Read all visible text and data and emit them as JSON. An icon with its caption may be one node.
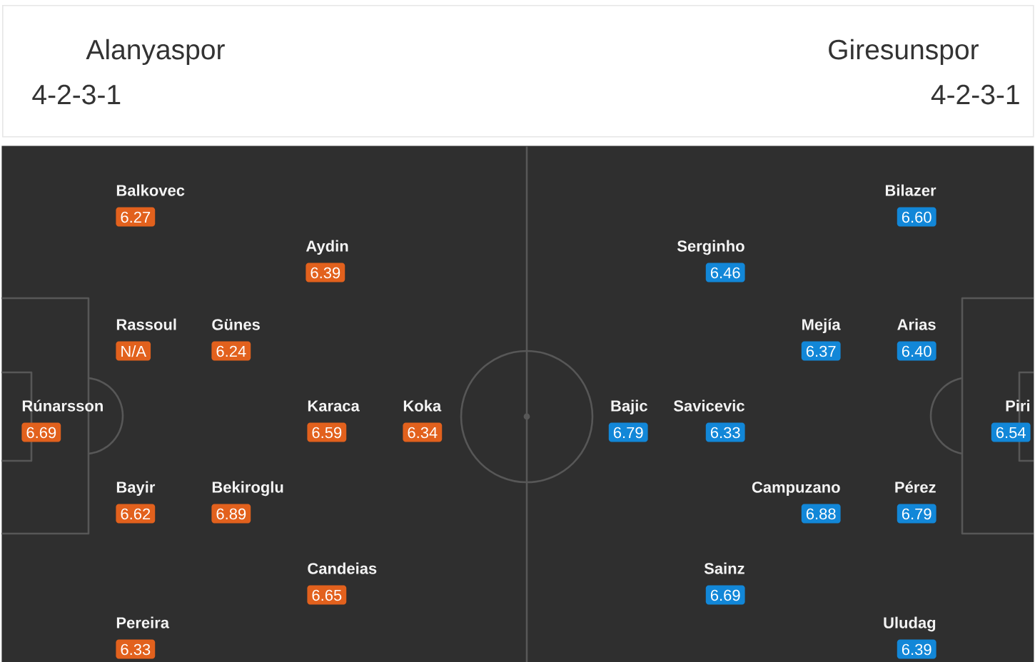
{
  "diagram": {
    "nodes": [
      {
        "text": [
          "Alanyaspor",
          "4-2-3-1",
          "Giresunspor",
          "4-2-3-1"
        ]
      },
      {
        "text": [],
        "shape": "box"
      },
      {
        "text": [
          "Balkovec",
          "6.27"
        ],
        "in": 1
      },
      {
        "text": [
          "Bilazer",
          "6.60"
        ],
        "in": 1
      },
      {
        "text": [
          "Aydin",
          "6.39"
        ],
        "in": 1
      },
      {
        "text": [
          "Serginho",
          "6.46"
        ],
        "in": 1
      },
      {
        "text": [
          "Rassoul",
          "N/A"
        ],
        "in": 1
      },
      {
        "text": [
          "Günes",
          "6.24"
        ],
        "in": 1
      },
      {
        "text": [
          "Mejía",
          "6.37"
        ],
        "in": 1
      },
      {
        "text": [
          "Arias",
          "6.40"
        ],
        "in": 1
      },
      {
        "text": [
          "Rúnarsson",
          "6.69"
        ],
        "in": 1
      },
      {
        "text": [
          "Karaca",
          "6.59"
        ],
        "in": 1
      },
      {
        "text": [
          "Koka",
          "6.34"
        ],
        "in": 1
      },
      {
        "text": [
          "Bajic",
          "6.79"
        ],
        "in": 1
      },
      {
        "text": [
          "Savicevic",
          "6.33"
        ],
        "in": 1
      },
      {
        "text": [
          "Piri",
          "6.54"
        ],
        "in": 1
      },
      {
        "text": [
          "Bayir",
          "6.62"
        ],
        "in": 1
      },
      {
        "text": [
          "Bekiroglu",
          "6.89"
        ],
        "in": 1
      },
      {
        "text": [
          "Campuzano",
          "6.88"
        ],
        "in": 1
      },
      {
        "text": [
          "Pérez",
          "6.79"
        ],
        "in": 1
      },
      {
        "text": [
          "Candeias",
          "6.65"
        ],
        "in": 1
      },
      {
        "text": [
          "Sainz",
          "6.69"
        ],
        "in": 1
      },
      {
        "text": [
          "Pereira",
          "6.33"
        ],
        "in": 1
      },
      {
        "text": [
          "Uludag",
          "6.39"
        ],
        "in": 1
      }
    ]
  }
}
